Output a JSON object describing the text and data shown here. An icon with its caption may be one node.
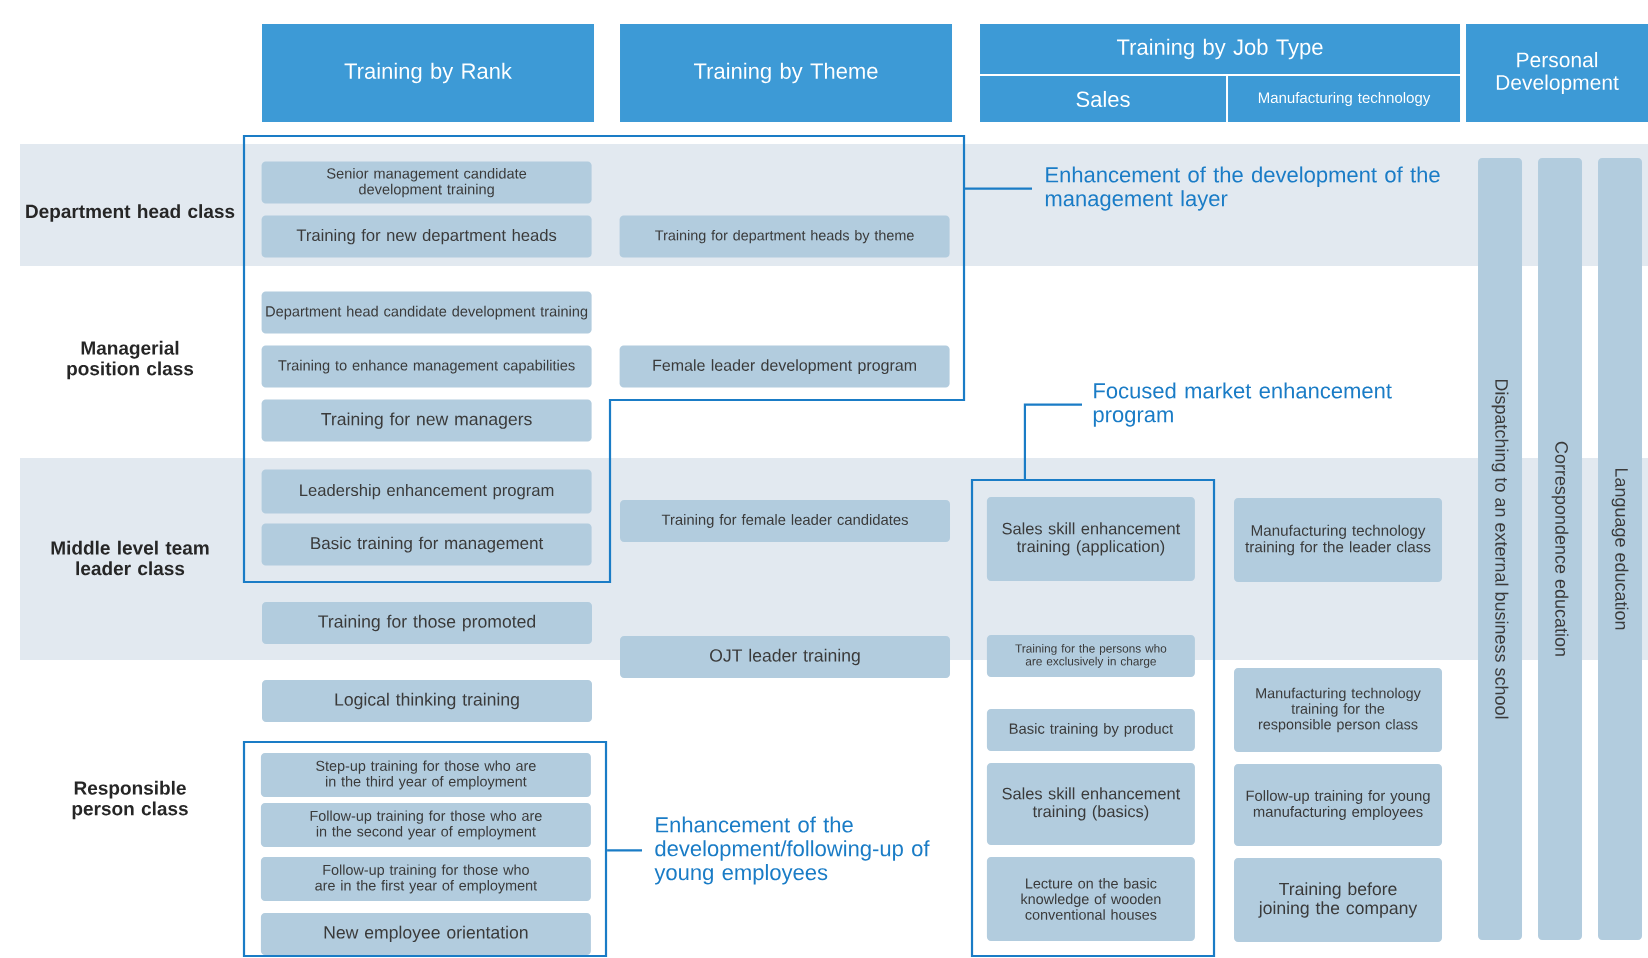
{
  "diagram": {
    "nodes": [
      {
        "text": [
          "Training by Rank"
        ]
      },
      {
        "text": [
          "Training by Theme"
        ]
      },
      {
        "text": [
          "Training by Job Type"
        ]
      },
      {
        "text": [
          "Sales"
        ]
      },
      {
        "text": [
          "Manufacturing technology"
        ]
      },
      {
        "text": [
          "Personal Development"
        ]
      },
      {
        "text": [
          "Department head class"
        ]
      },
      {
        "text": [
          "Managerial position class"
        ]
      },
      {
        "text": [
          "Middle level team leader class"
        ]
      },
      {
        "text": [
          "Responsible person class"
        ]
      },
      {
        "text": [],
        "shape": "box"
      },
      {
        "text": [
          "Senior management candidate development training"
        ],
        "in": 10
      },
      {
        "text": [
          "Training for new department heads"
        ],
        "in": 10
      },
      {
        "text": [
          "Training for department heads by theme"
        ],
        "in": 10
      },
      {
        "text": [
          "Department head candidate development training"
        ],
        "in": 10
      },
      {
        "text": [
          "Training to enhance management capabilities"
        ],
        "in": 10
      },
      {
        "text": [
          "Female leader development program"
        ],
        "in": 10
      },
      {
        "text": [
          "Training for new managers"
        ],
        "in": 10
      },
      {
        "text": [
          "Leadership enhancement program"
        ],
        "in": 10
      },
      {
        "text": [
          "Basic training for management"
        ],
        "in": 10
      },
      {
        "text": [
          "Training for female leader candidates"
        ]
      },
      {
        "text": [
          "Training for those promoted"
        ]
      },
      {
        "text": [
          "OJT leader training"
        ]
      },
      {
        "text": [
          "Logical thinking training"
        ]
      },
      {
        "text": [],
        "shape": "box"
      },
      {
        "text": [
          "Step-up training for those who are in the third year of employment"
        ],
        "in": 24
      },
      {
        "text": [
          "Follow-up training for those who are in the second year of employment"
        ],
        "in": 24
      },
      {
        "text": [
          "Follow-up training for those who are in the first year of employment"
        ],
        "in": 24
      },
      {
        "text": [
          "New employee orientation"
        ],
        "in": 24
      },
      {
        "text": [],
        "shape": "box"
      },
      {
        "text": [
          "Sales skill enhancement training (application)"
        ],
        "in": 29
      },
      {
        "text": [
          "Training for the persons who are exclusively in charge"
        ],
        "in": 29
      },
      {
        "text": [
          "Basic training by product"
        ],
        "in": 29
      },
      {
        "text": [
          "Sales skill enhancement training (basics)"
        ],
        "in": 29
      },
      {
        "text": [
          "Lecture on the basic knowledge of wooden conventional houses"
        ],
        "in": 29
      },
      {
        "text": [
          "Manufacturing technology training for the leader class"
        ]
      },
      {
        "text": [
          "Manufacturing technology training for the responsible person class"
        ]
      },
      {
        "text": [
          "Follow-up training for young manufacturing employees"
        ]
      },
      {
        "text": [
          "Training before joining the company"
        ]
      },
      {
        "text": [
          "Dispatching to an external business school"
        ]
      },
      {
        "text": [
          "Correspondence education"
        ]
      },
      {
        "text": [
          "Language education"
        ]
      },
      {
        "text": [
          "Enhancement of the development of the management layer"
        ]
      },
      {
        "text": [
          "Focused market enhancement program"
        ]
      },
      {
        "text": [
          "Enhancement of the development/following-up of young employees"
        ]
      }
    ],
    "edges": [
      {
        "from": 10,
        "to": 42,
        "arrow": "none"
      },
      {
        "from": 29,
        "to": 43,
        "arrow": "none"
      },
      {
        "from": 24,
        "to": 44,
        "arrow": "none"
      }
    ]
  }
}
